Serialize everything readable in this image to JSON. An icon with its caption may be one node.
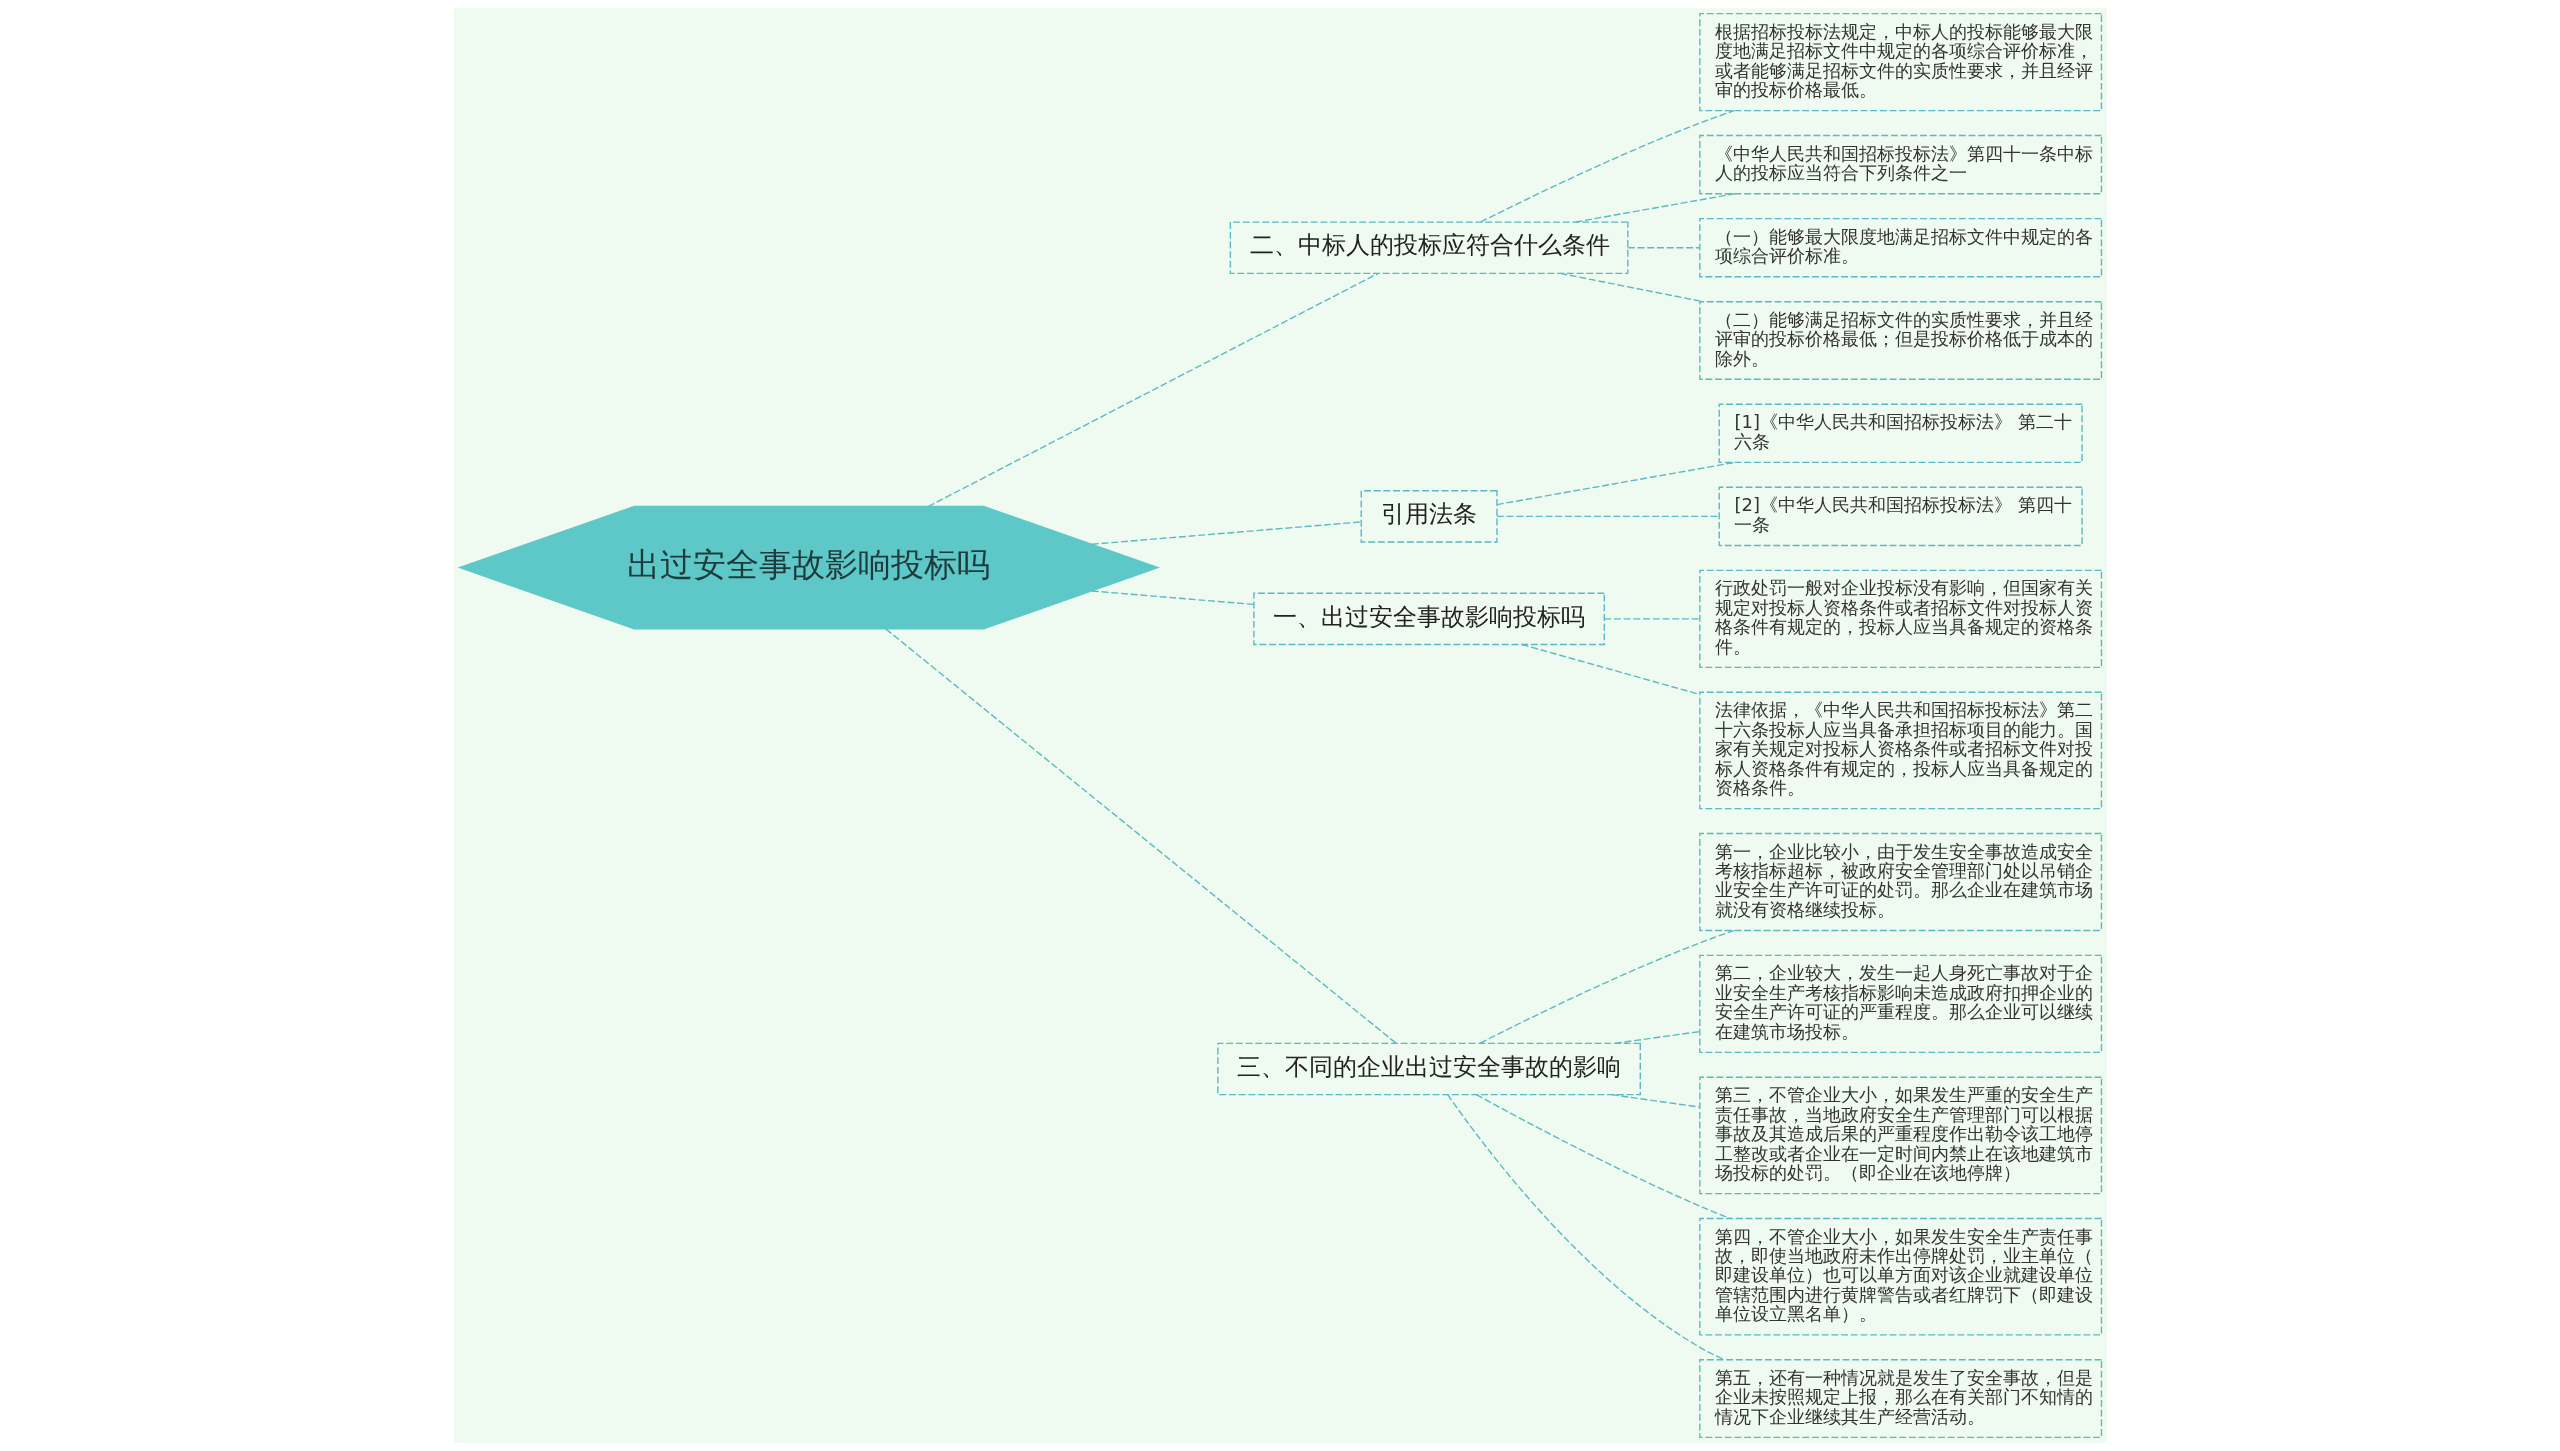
{
  "diagram": {
    "nodes": [
      {
        "text": [
          "出过安全事故影响投标吗"
        ]
      },
      {
        "text": [
          "二、中标人的投标应符合什么条件"
        ]
      },
      {
        "text": [
          "根据招标投标法规定，中标人的投标能够最大限度地满足招标文件中规定的各项综合评价标准，或者能够满足招标文件的实质性要求，并且经评审的投标价格最低。"
        ]
      },
      {
        "text": [
          "《中华人民共和国招标投标法》第四十一条中标人的投标应当符合下列条件之一"
        ]
      },
      {
        "text": [
          "（一）能够最大限度地满足招标文件中规定的各项综合评价标准。"
        ]
      },
      {
        "text": [
          "（二）能够满足招标文件的实质性要求，并且经评审的投标价格最低；但是投标价格低于成本的除外。"
        ]
      },
      {
        "text": [
          "引用法条"
        ]
      },
      {
        "text": [
          "[1]《中华人民共和国招标投标法》 第二十六条"
        ]
      },
      {
        "text": [
          "[2]《中华人民共和国招标投标法》 第四十一条"
        ]
      },
      {
        "text": [
          "一、出过安全事故影响投标吗"
        ]
      },
      {
        "text": [
          "行政处罚一般对企业投标没有影响，但国家有关规定对投标人资格条件或者招标文件对投标人资格条件有规定的，投标人应当具备规定的资格条件。"
        ]
      },
      {
        "text": [
          "法律依据，《中华人民共和国招标投标法》第二十六条投标人应当具备承担招标项目的能力。国家有关规定对投标人资格条件或者招标文件对投标人资格条件有规定的，投标人应当具备规定的资格条件。"
        ]
      },
      {
        "text": [
          "三、不同的企业出过安全事故的影响"
        ]
      },
      {
        "text": [
          "第一，企业比较小，由于发生安全事故造成安全考核指标超标，被政府安全管理部门处以吊销企业安全生产许可证的处罚。那么企业在建筑市场就没有资格继续投标。"
        ]
      },
      {
        "text": [
          "第二，企业较大，发生一起人身死亡事故对于企业安全生产考核指标影响未造成政府扣押企业的安全生产许可证的严重程度。那么企业可以继续在建筑市场投标。"
        ]
      },
      {
        "text": [
          "第三，不管企业大小，如果发生严重的安全生产责任事故，当地政府安全生产管理部门可以根据事故及其造成后果的严重程度作出勒令该工地停工整改或者企业在一定时间内禁止在该地建筑市场投标的处罚。（即企业在该地停牌）"
        ]
      },
      {
        "text": [
          "第四，不管企业大小，如果发生安全生产责任事故，即使当地政府未作出停牌处罚，业主单位（即建设单位）也可以单方面对该企业就建设单位管辖范围内进行黄牌警告或者红牌罚下（即建设单位设立黑名单）。"
        ]
      },
      {
        "text": [
          "第五，还有一种情况就是发生了安全事故，但是企业未按照规定上报，那么在有关部门不知情的情况下企业继续其生产经营活动。"
        ]
      }
    ],
    "edges": [
      {
        "from": 0,
        "to": 1,
        "arrow": "none",
        "style": "dashed"
      },
      {
        "from": 1,
        "to": 2,
        "arrow": "none",
        "style": "dashed"
      },
      {
        "from": 1,
        "to": 3,
        "arrow": "none",
        "style": "dashed"
      },
      {
        "from": 1,
        "to": 4,
        "arrow": "none",
        "style": "dashed"
      },
      {
        "from": 1,
        "to": 5,
        "arrow": "none",
        "style": "dashed"
      },
      {
        "from": 0,
        "to": 6,
        "arrow": "none",
        "style": "dashed"
      },
      {
        "from": 6,
        "to": 7,
        "arrow": "none",
        "style": "dashed"
      },
      {
        "from": 6,
        "to": 8,
        "arrow": "none",
        "style": "dashed"
      },
      {
        "from": 0,
        "to": 9,
        "arrow": "none",
        "style": "dashed"
      },
      {
        "from": 9,
        "to": 10,
        "arrow": "none",
        "style": "dashed"
      },
      {
        "from": 9,
        "to": 11,
        "arrow": "none",
        "style": "dashed"
      },
      {
        "from": 0,
        "to": 12,
        "arrow": "none",
        "style": "dashed"
      },
      {
        "from": 12,
        "to": 13,
        "arrow": "none",
        "style": "dashed"
      },
      {
        "from": 12,
        "to": 14,
        "arrow": "none",
        "style": "dashed"
      },
      {
        "from": 12,
        "to": 15,
        "arrow": "none",
        "style": "dashed"
      },
      {
        "from": 12,
        "to": 16,
        "arrow": "none",
        "style": "dashed"
      },
      {
        "from": 12,
        "to": 17,
        "arrow": "none",
        "style": "dashed"
      }
    ]
  }
}
